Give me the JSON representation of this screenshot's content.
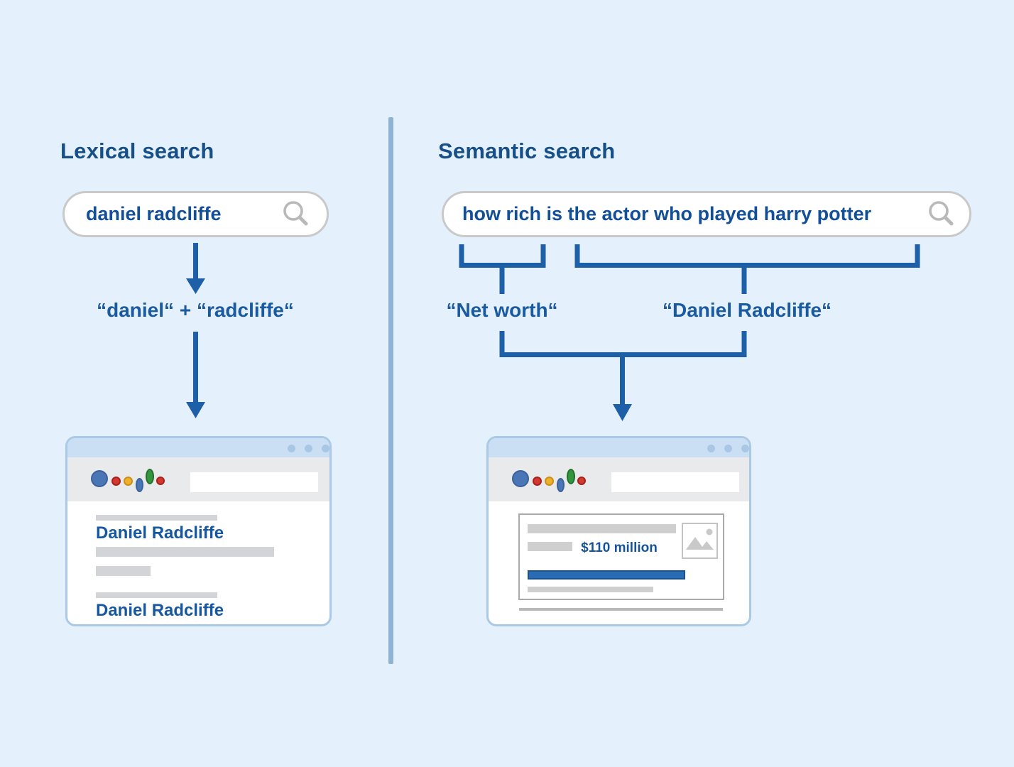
{
  "diagram": {
    "left": {
      "title": "Lexical search",
      "search_query": "daniel radcliffe",
      "token_expression": "“daniel“ + “radcliffe“",
      "browser": {
        "result_title_1": "Daniel Radcliffe",
        "result_title_2": "Daniel Radcliffe"
      }
    },
    "right": {
      "title": "Semantic search",
      "search_query": "how rich is the actor who played harry potter",
      "concept_1": "“Net worth“",
      "concept_2": "“Daniel Radcliffe“",
      "browser": {
        "answer": "$110 million"
      }
    }
  },
  "icons": {
    "search": "magnifier",
    "window_controls": "three-dots",
    "browser_logo": "google-style-colored-dots",
    "image_placeholder": "photo-mountain"
  },
  "colors": {
    "background": "#e4f0fb",
    "divider": "#8fb3d3",
    "heading_text": "#175089",
    "query_text": "#134f96",
    "connector_blue": "#1e60a8",
    "result_link_blue": "#1558a0",
    "answer_blue": "#15549b",
    "highlight_bar_blue": "#2a6cb3",
    "window_border": "#a9c9e6",
    "titlebar": "#cadff4",
    "toolbar_gray": "#e9eaec",
    "placeholder_gray": "#d2d4d7",
    "logo_blue": "#4a76b5",
    "logo_red": "#d23a31",
    "logo_yellow": "#efb02c",
    "logo_green": "#34953f"
  }
}
